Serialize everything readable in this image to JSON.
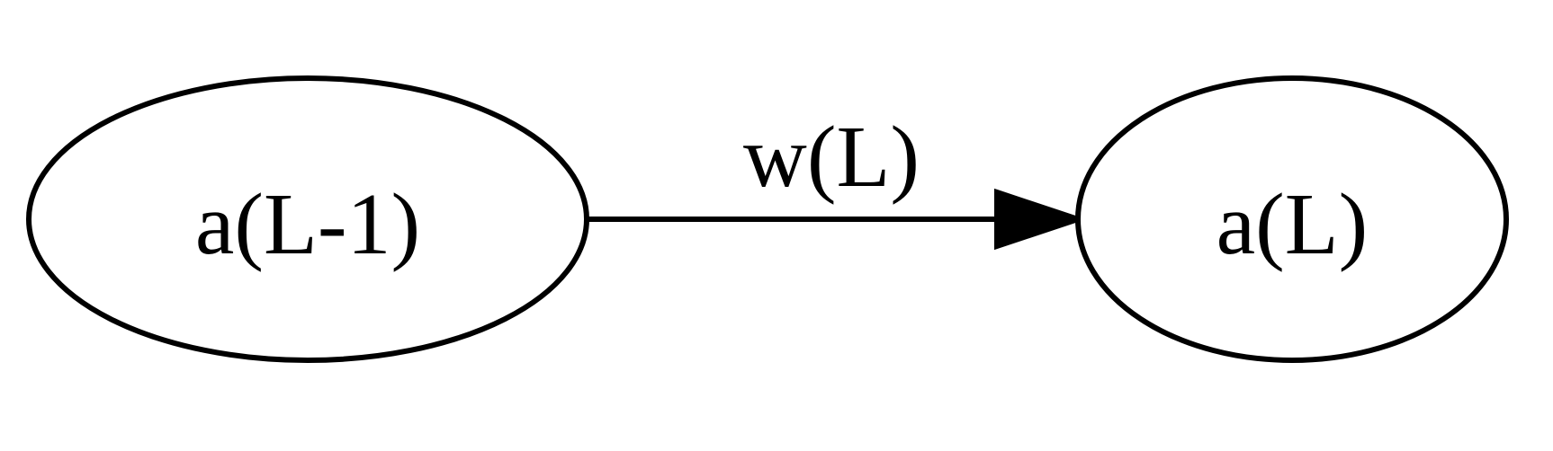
{
  "graph": {
    "nodes": [
      {
        "id": "source",
        "label": "a(L-1)"
      },
      {
        "id": "target",
        "label": "a(L)"
      }
    ],
    "edges": [
      {
        "from": "source",
        "to": "target",
        "label": "w(L)"
      }
    ]
  },
  "colors": {
    "stroke": "#000000",
    "background": "#ffffff"
  }
}
